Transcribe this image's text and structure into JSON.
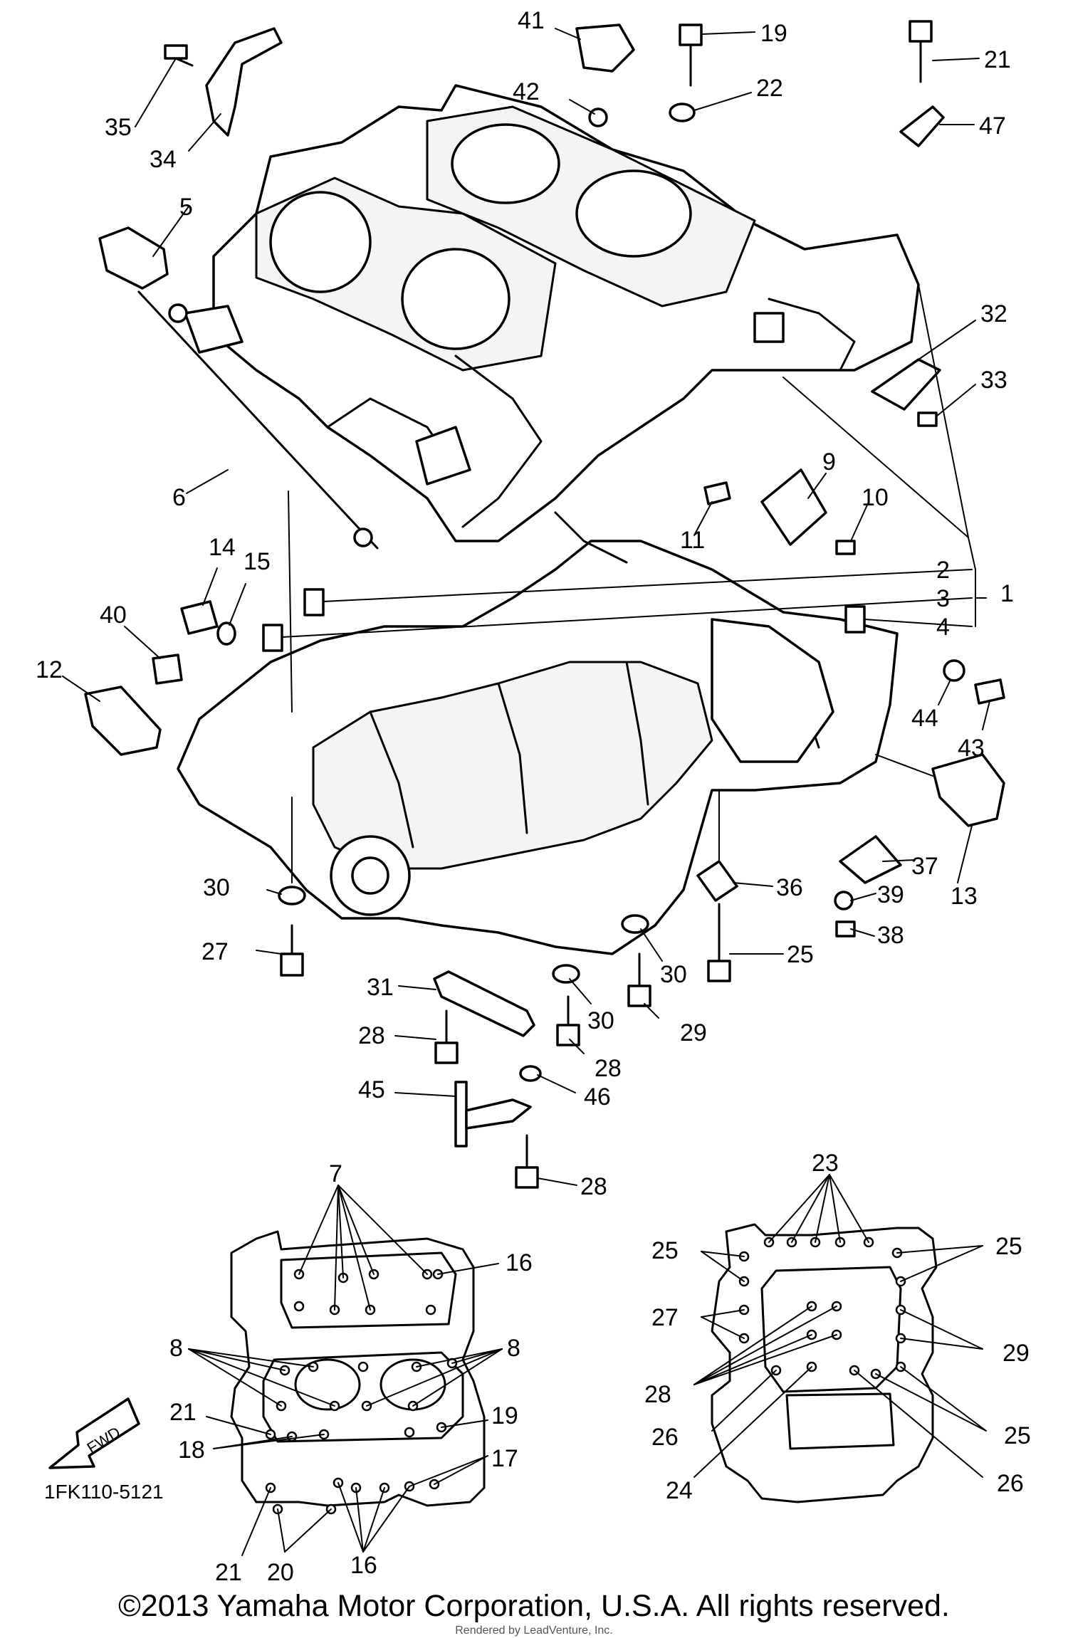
{
  "diagram": {
    "labels": [
      "1",
      "2",
      "3",
      "4",
      "5",
      "6",
      "7",
      "8",
      "9",
      "10",
      "11",
      "12",
      "13",
      "14",
      "15",
      "16",
      "17",
      "18",
      "19",
      "20",
      "21",
      "22",
      "23",
      "24",
      "25",
      "26",
      "27",
      "28",
      "29",
      "30",
      "31",
      "32",
      "33",
      "34",
      "35",
      "36",
      "37",
      "38",
      "39",
      "40",
      "41",
      "42",
      "43",
      "44",
      "45",
      "46",
      "47"
    ],
    "fwd_arrow_text": "FWD",
    "code": "1FK110-5121"
  },
  "footer": {
    "copyright": "©2013 Yamaha Motor Corporation, U.S.A. All rights reserved.",
    "render_credit": "Rendered by LeadVenture, Inc."
  }
}
